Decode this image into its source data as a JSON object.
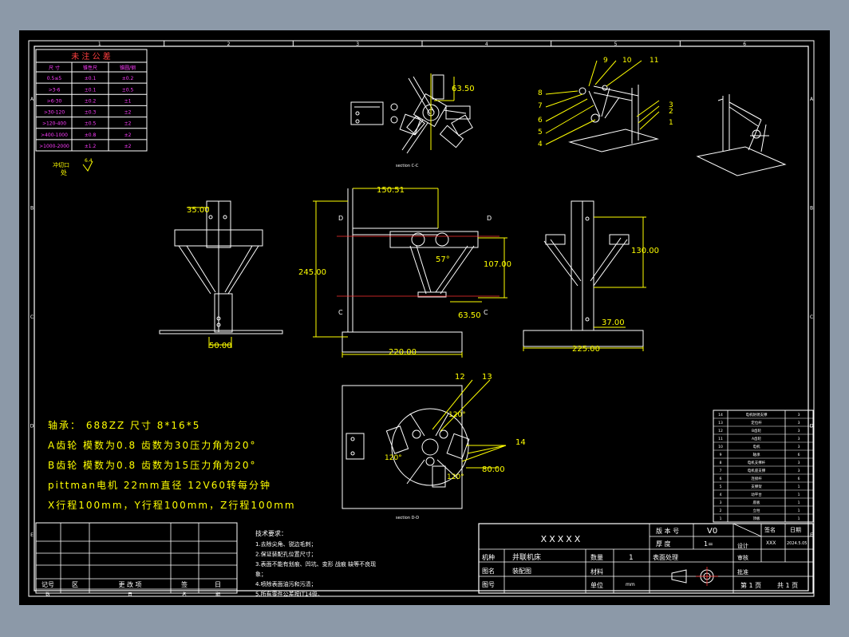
{
  "tolerance_table": {
    "title": "未 注 公 差",
    "headers": [
      "尺 寸",
      "锥性尺",
      "锥圆/钢"
    ],
    "rows": [
      [
        "0.5≤5",
        "±0.1",
        "±0.2"
      ],
      [
        ">3-6",
        "±0.1",
        "±0.5"
      ],
      [
        ">6-30",
        "±0.2",
        "±1"
      ],
      [
        ">30-120",
        "±0.3",
        "±2"
      ],
      [
        ">120-400",
        "±0.5",
        "±2"
      ],
      [
        ">400-1000",
        "±0.8",
        "±2"
      ],
      [
        ">1000-2000",
        "±1.2",
        "±2"
      ]
    ],
    "roughness_label": "冲切口",
    "roughness_value": "6.4",
    "roughness_note": "处"
  },
  "zone_numbers_top": [
    "1",
    "2",
    "3",
    "4",
    "5",
    "6"
  ],
  "zone_letters_side": [
    "A",
    "B",
    "C",
    "D",
    "E"
  ],
  "views": {
    "section_cc": "section C-C",
    "section_dd": "section D-D"
  },
  "dimensions": {
    "d6350_top": "63.50",
    "d3500": "35.00",
    "d5000": "50.00",
    "d15051": "150.51",
    "d24500": "245.00",
    "d57": "57°",
    "d10700": "107.00",
    "d6350": "63.50",
    "d22000": "220.00",
    "d13000": "130.00",
    "d3700": "37.00",
    "d22500": "225.00",
    "d120a": "120°",
    "d120b": "120°",
    "d120c": "120°",
    "d8000": "80.00"
  },
  "section_letters": [
    "D",
    "D",
    "C",
    "C"
  ],
  "balloons": [
    "1",
    "2",
    "3",
    "4",
    "5",
    "6",
    "7",
    "8",
    "9",
    "10",
    "11",
    "12",
    "13",
    "14"
  ],
  "notes": [
    "轴承： 688ZZ  尺寸 8*16*5",
    "A齿轮 模数为0.8 齿数为30压力角为20°",
    "B齿轮 模数为0.8 齿数为15压力角为20°",
    "pittman电机 22mm直径 12V60转每分钟",
    "X行程100mm，Y行程100mm，Z行程100mm"
  ],
  "tech_requirements": {
    "title": "技术要求：",
    "items": [
      "1.去除尖角、锐边毛刺；",
      "2.保证装配孔位置尺寸；",
      "3.表面不能有划痕、凹坑、变形 战痕 缺等不良现",
      "象；",
      "4.喷除表面油污和污渍；",
      "5.所有零件公差按IT14级。"
    ]
  },
  "revision_block": {
    "headers": [
      "记号",
      "区",
      "更 改 项",
      "签",
      "日"
    ],
    "sub": [
      "数",
      "",
      "目",
      "名",
      "期"
    ]
  },
  "title_block": {
    "name": "XXXXX",
    "version_label": "版 本 号",
    "version": "V0",
    "thickness_label": "厚 度",
    "thickness": "1=",
    "designer_label": "设计",
    "designer": "XXX",
    "date_label": "日期",
    "sign_label": "签名",
    "date": "2024.5.05",
    "model_label": "机种",
    "model": "并联机床",
    "qty_label": "数量",
    "qty": "1",
    "surface_label": "表面处理",
    "review_label": "审核",
    "drawing_label": "图名",
    "drawing": "装配图",
    "material_label": "材料",
    "approve_label": "批准",
    "code_label": "图号",
    "unit_label": "单位",
    "unit": "mm",
    "page": "第 1 页",
    "total": "共 1 页"
  },
  "bom": {
    "rows": [
      [
        "14",
        "电机防锈支撑",
        "3"
      ],
      [
        "13",
        "定位杆",
        "3"
      ],
      [
        "12",
        "B齿轮",
        "3"
      ],
      [
        "11",
        "A齿轮",
        "3"
      ],
      [
        "10",
        "电机",
        "3"
      ],
      [
        "9",
        "轴承",
        "6"
      ],
      [
        "8",
        "电机支撑杆",
        "3"
      ],
      [
        "7",
        "电机座支撑",
        "3"
      ],
      [
        "6",
        "连接杆",
        "6"
      ],
      [
        "5",
        "支撑架",
        "1"
      ],
      [
        "4",
        "动平台",
        "1"
      ],
      [
        "3",
        "底板",
        "1"
      ],
      [
        "2",
        "立柱",
        "1"
      ],
      [
        "1",
        "顶板",
        "1"
      ]
    ]
  }
}
